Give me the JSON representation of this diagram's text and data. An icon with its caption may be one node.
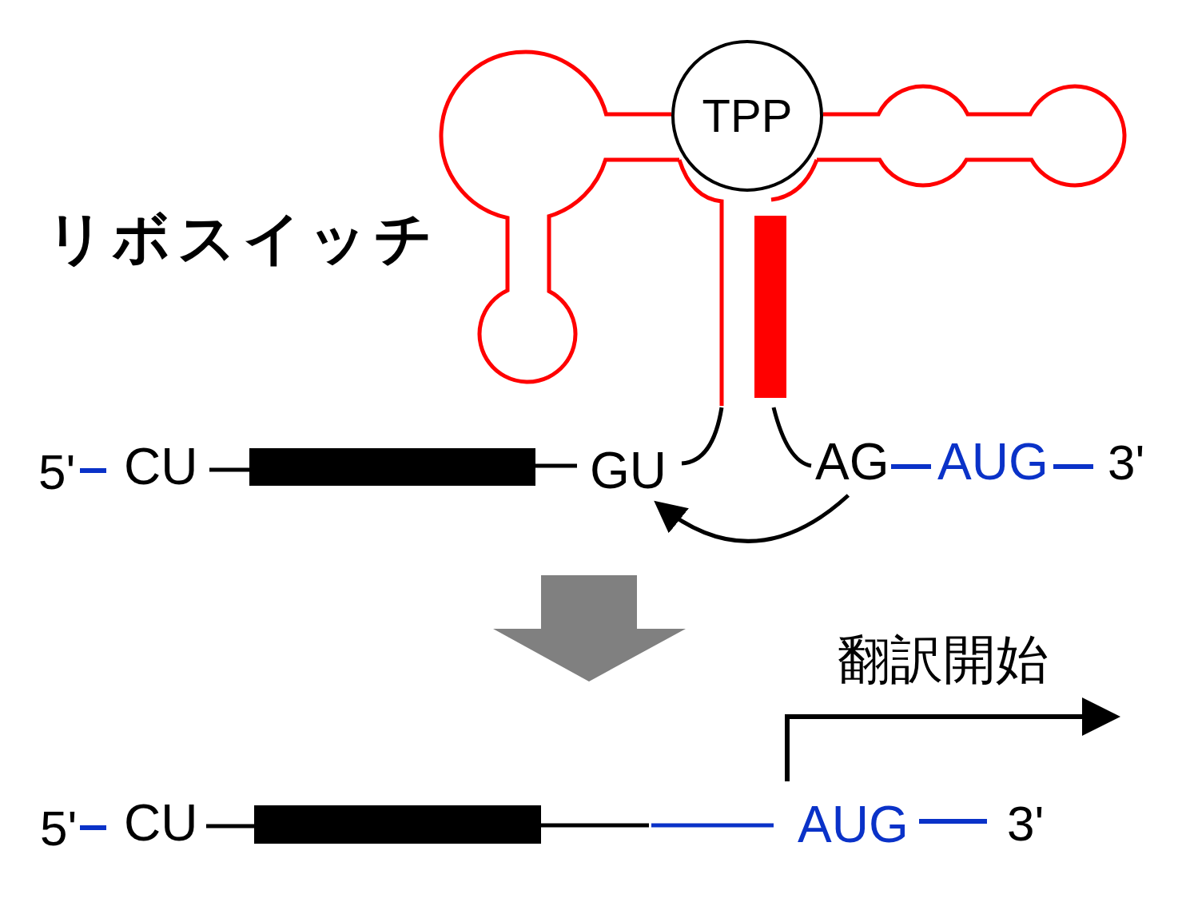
{
  "diagram": {
    "title": "リボスイッチ",
    "nodes": [
      {
        "text": [
          "TPP"
        ]
      },
      {
        "text": [
          "GU"
        ]
      },
      {
        "text": [
          "AG"
        ]
      }
    ],
    "edges": [
      {
        "from": 2,
        "to": 1,
        "arrow": "to"
      }
    ],
    "labels": [
      "5'",
      "CU",
      "AUG",
      "3'",
      "翻訳開始",
      "5'",
      "CU",
      "AUG",
      "3'"
    ]
  }
}
